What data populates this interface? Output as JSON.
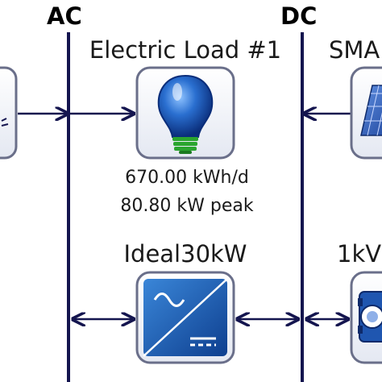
{
  "buses": {
    "ac": "AC",
    "dc": "DC"
  },
  "components": {
    "electric_load": {
      "label": "Electric Load #1",
      "energy": "670.00 kWh/d",
      "peak": "80.80 kW peak"
    },
    "converter": {
      "label": "Ideal30kW"
    },
    "pv": {
      "label": "SMA"
    },
    "battery": {
      "label": "1kV"
    }
  },
  "colors": {
    "bus_line": "#14154f",
    "arrow": "#14154f",
    "icon_border": "#6a6f8a",
    "bulb_blue": "#1f5fc0",
    "bulb_base": "#2aa52f",
    "converter_blue": "#1b63b8",
    "pv_blue": "#2a58b0"
  },
  "icons": {
    "electric_load": "lightbulb-icon",
    "converter": "converter-icon",
    "pv": "solar-panel-icon",
    "battery": "battery-icon",
    "left_component": "generator-icon"
  }
}
